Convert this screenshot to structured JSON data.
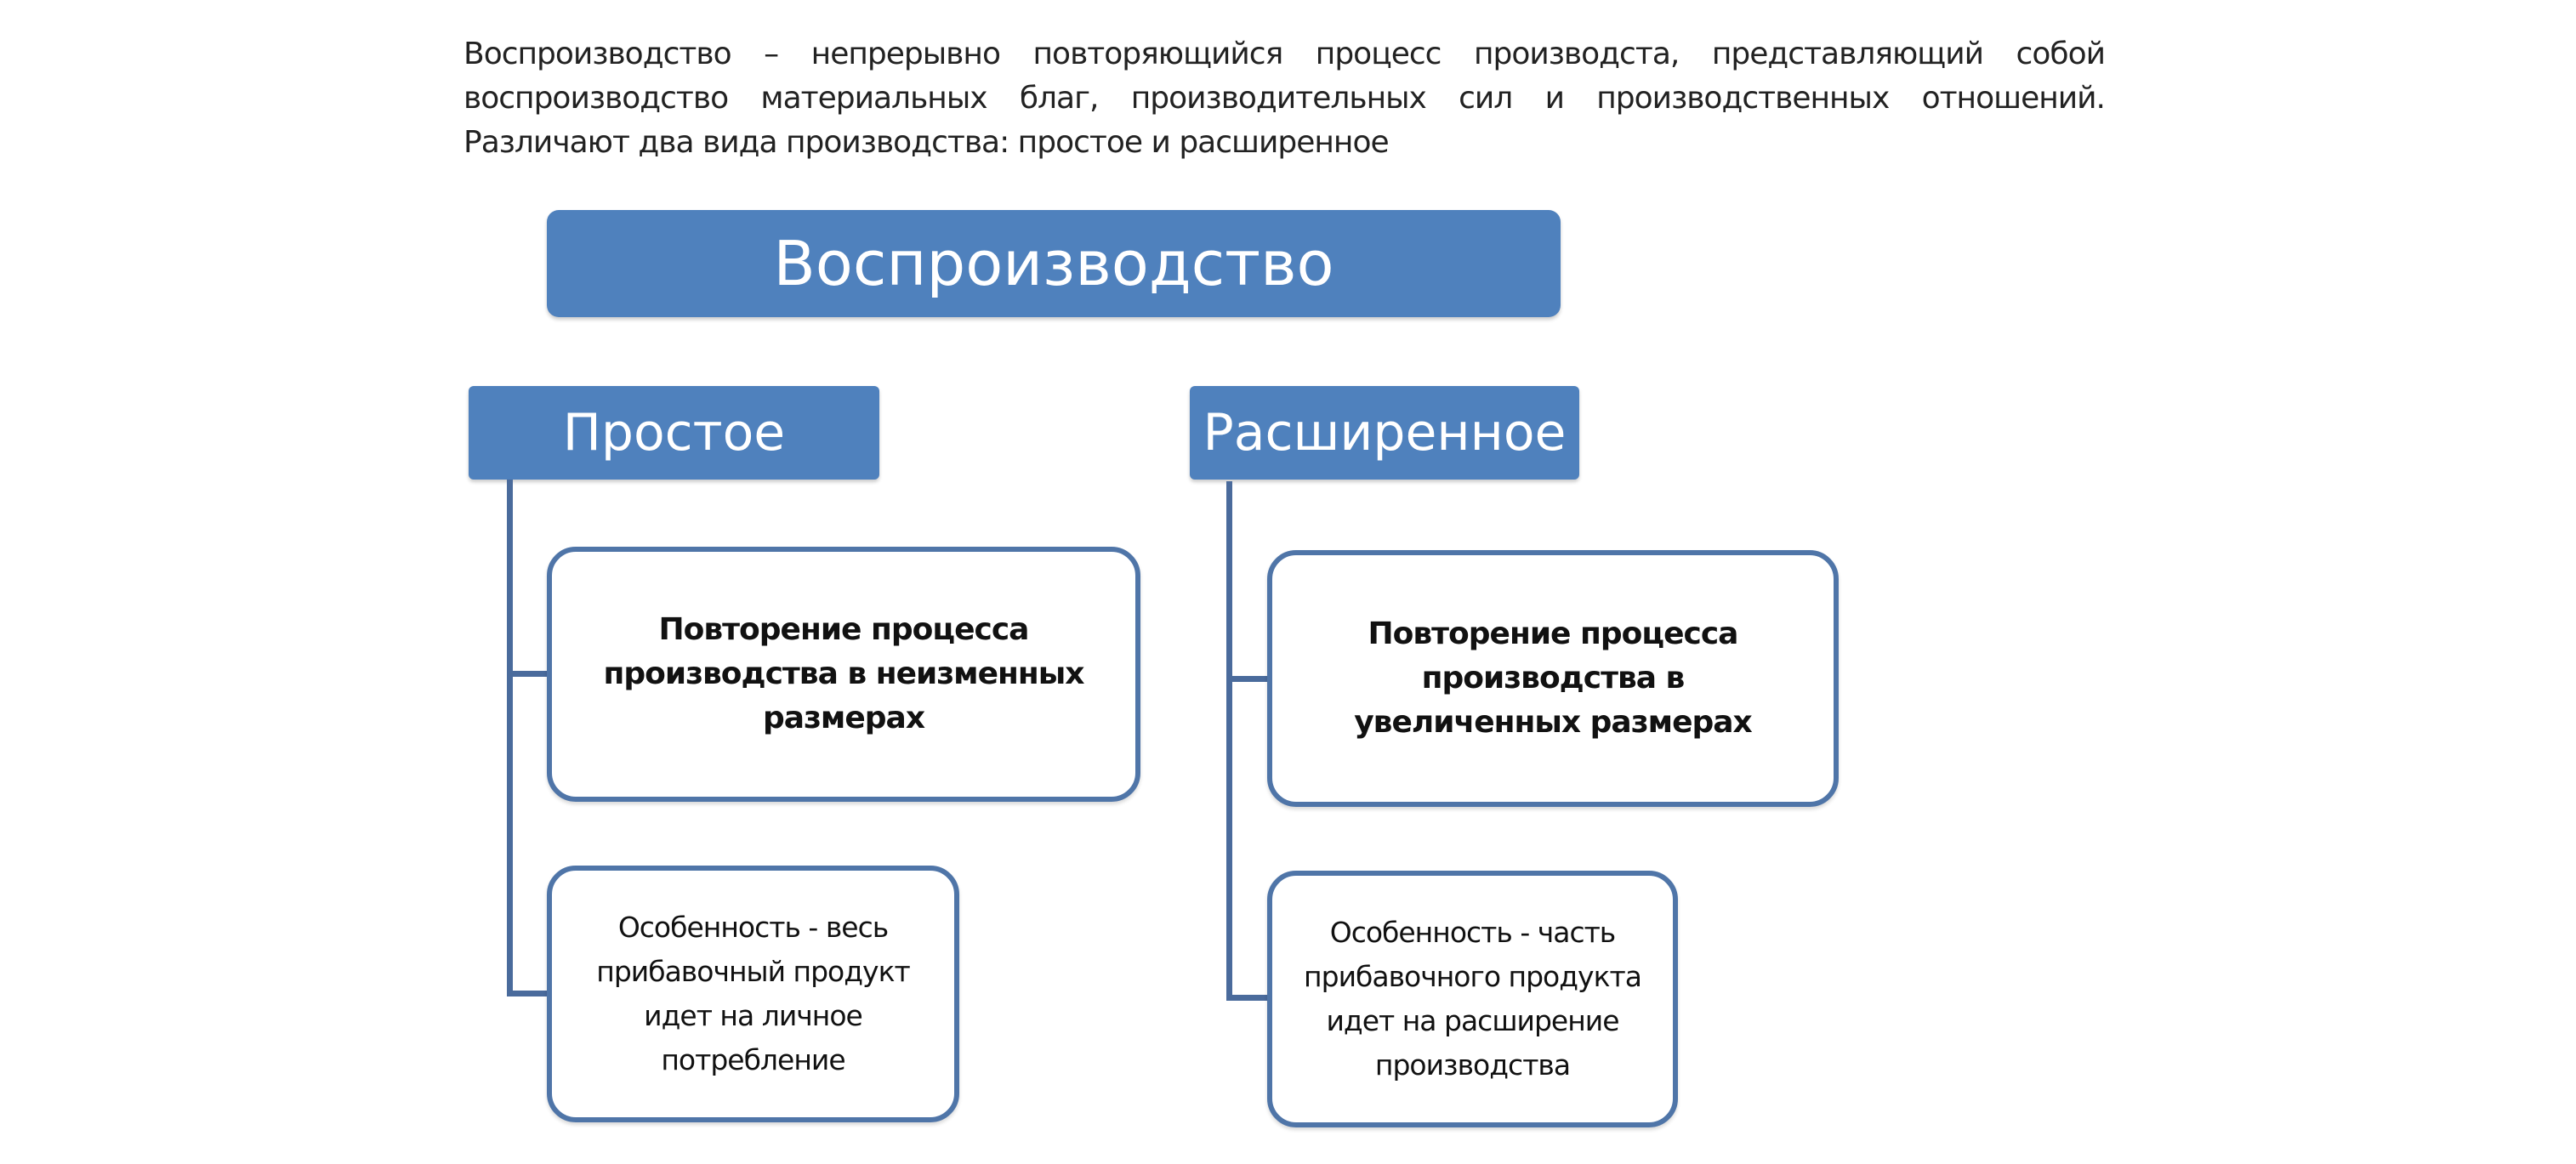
{
  "intro_text": "Воспроизводство – непрерывно повторяющийся процесс производста, представляющий собой воспроизводство материальных благ, производительных сил и производственных отношений. Различают два вида производства: простое и расширенное",
  "diagram": {
    "root": "Воспроизводство",
    "branches": [
      {
        "title": "Простое",
        "definition": "Повторение процесса производства в неизменных размерах",
        "feature": "Особенность - весь прибавочный продукт идет на личное потребление"
      },
      {
        "title": "Расширенное",
        "definition": "Повторение процесса производства в увеличенных размерах",
        "feature": "Особенность - часть прибавочного продукта идет на расширение производства"
      }
    ]
  },
  "colors": {
    "header_fill": "#4f81bd",
    "border": "#4f75a8",
    "connector": "#4a6b9c"
  }
}
